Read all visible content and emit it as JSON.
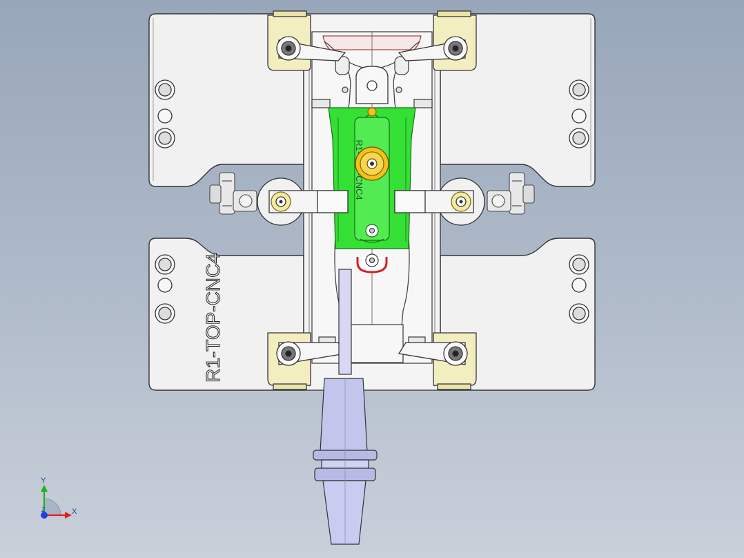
{
  "viewport": {
    "part_label": "R1-TOP-CNC4",
    "center_label": "R1-TOP-CNC4"
  },
  "triad": {
    "x_label": "X",
    "y_label": "Y",
    "z_label": "Z"
  },
  "colors": {
    "background_top": "#97a6b9",
    "background_bottom": "#c9d0da",
    "plate": "#f1f1f1",
    "clamp_yellow": "#f3eec0",
    "insert_green": "#35e035",
    "bushing_orange": "#f2c21a",
    "accent_red": "#d42020",
    "tool_holder": "#c3c6ec",
    "axis_x": "#e02020",
    "axis_y": "#20b020",
    "axis_z": "#2040e0"
  }
}
